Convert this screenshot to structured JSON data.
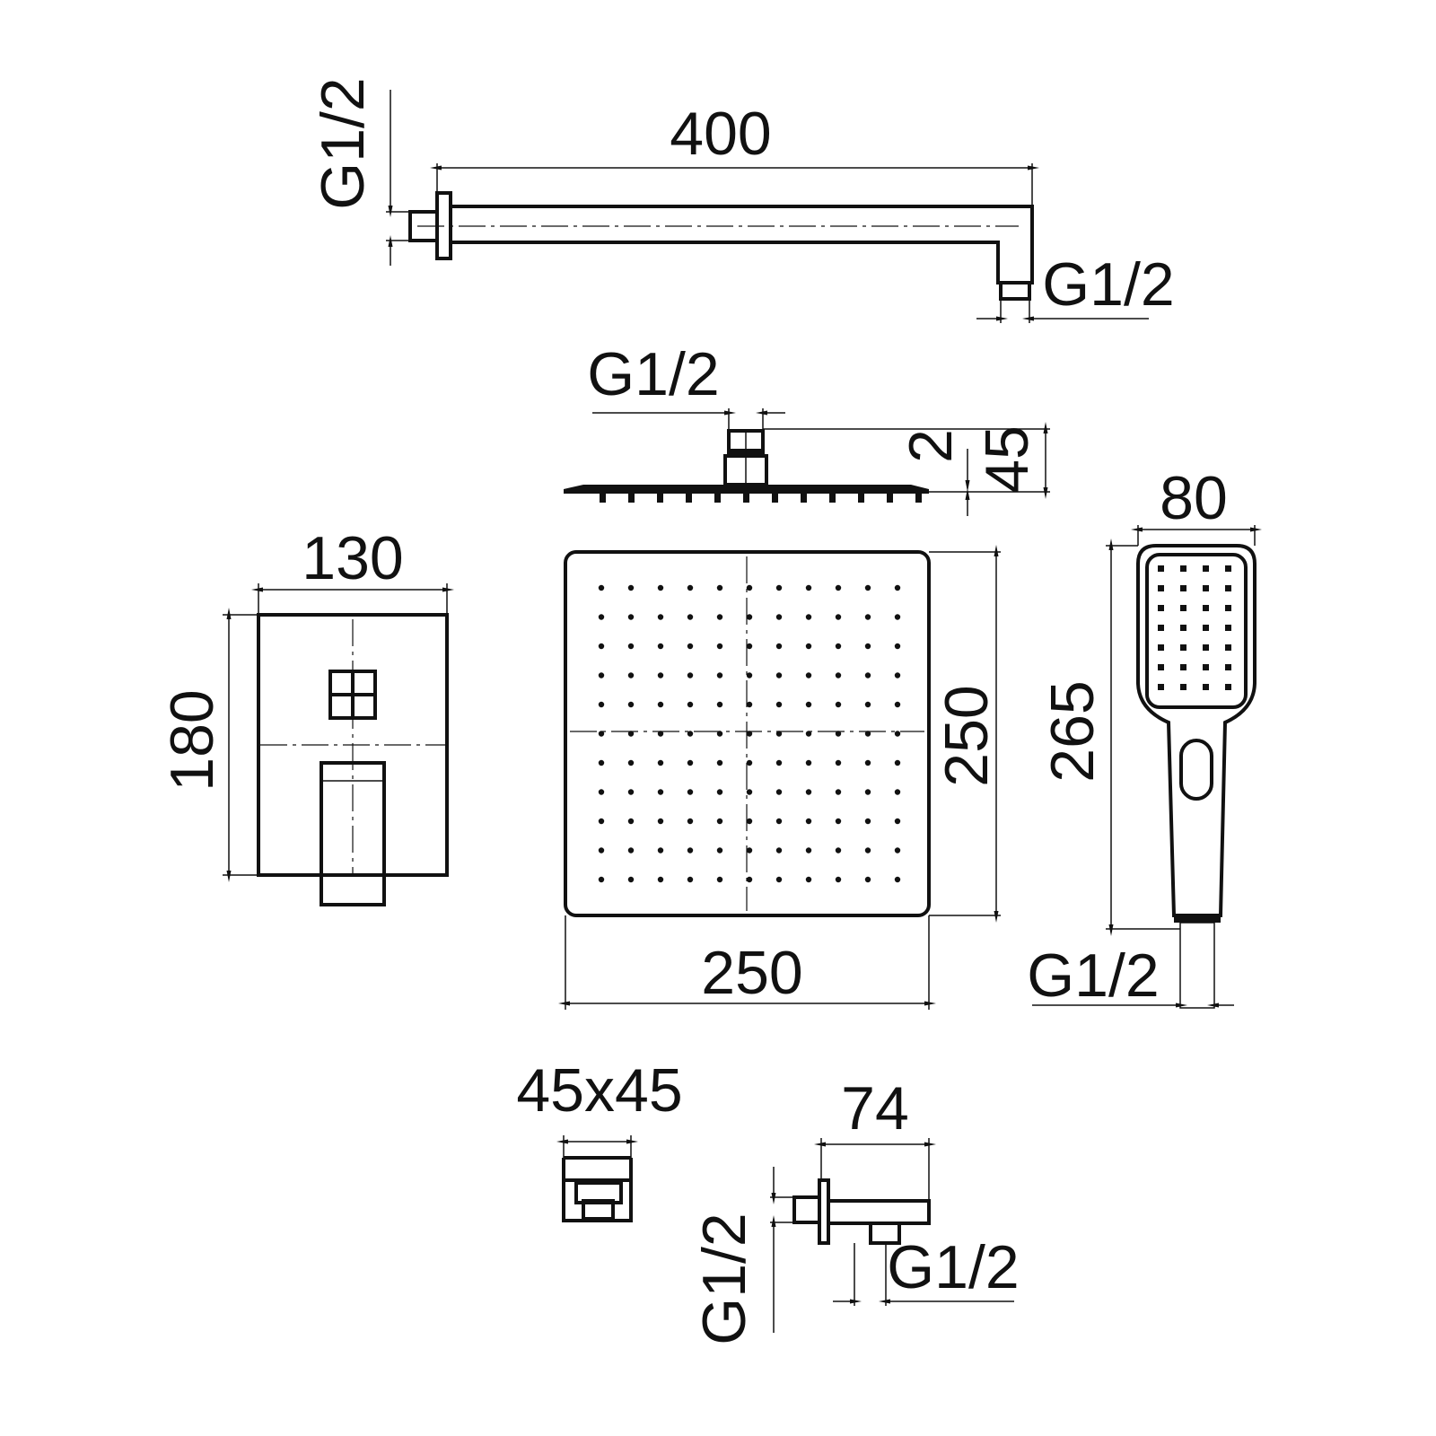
{
  "arm": {
    "length": "400",
    "wall_thread": "G1/2",
    "outlet_thread": "G1/2"
  },
  "head_side": {
    "thread": "G1/2",
    "height": "45",
    "plate_thickness": "2"
  },
  "head_top": {
    "width": "250",
    "depth": "250"
  },
  "mixer": {
    "width": "130",
    "height": "180"
  },
  "hand_shower": {
    "width": "80",
    "length": "265",
    "thread": "G1/2"
  },
  "holder": {
    "size": "45x45"
  },
  "elbow": {
    "length": "74",
    "wall_thread": "G1/2",
    "outlet_thread": "G1/2"
  }
}
